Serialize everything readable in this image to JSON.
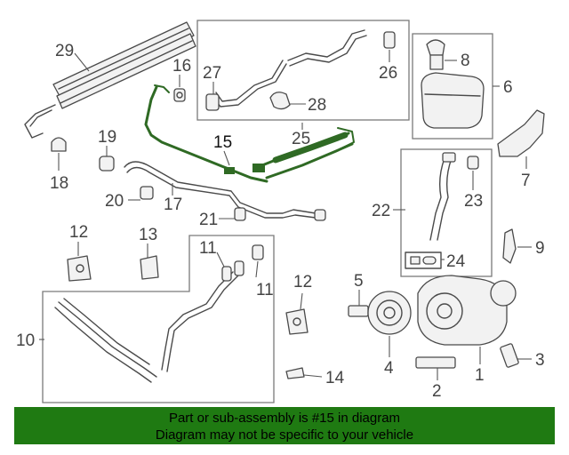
{
  "diagram": {
    "highlighted_part": "15",
    "callouts": {
      "c1": "1",
      "c2": "2",
      "c3": "3",
      "c4": "4",
      "c5": "5",
      "c6": "6",
      "c7": "7",
      "c8": "8",
      "c9": "9",
      "c10": "10",
      "c11a": "11",
      "c11b": "11",
      "c12a": "12",
      "c12b": "12",
      "c13": "13",
      "c14": "14",
      "c15": "15",
      "c16": "16",
      "c17": "17",
      "c18": "18",
      "c19": "19",
      "c20": "20",
      "c21": "21",
      "c22": "22",
      "c23": "23",
      "c24": "24",
      "c25": "25",
      "c26": "26",
      "c27": "27",
      "c28": "28",
      "c29": "29"
    },
    "colors": {
      "highlight": "#2f6a24",
      "banner": "#1f7a12",
      "linework": "#4a4a4a"
    }
  },
  "banner": {
    "line1": "Part or sub-assembly is #15 in diagram",
    "line2": "Diagram may not be specific to your vehicle"
  }
}
